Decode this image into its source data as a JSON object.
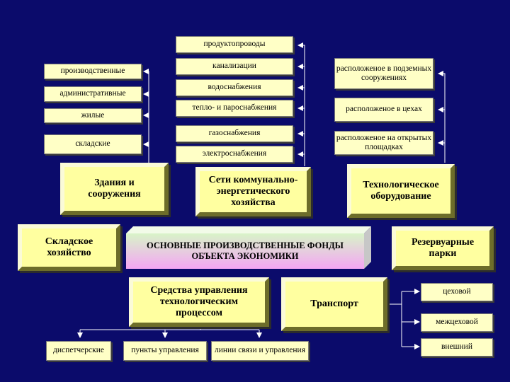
{
  "colors": {
    "background": "#0b0b6b",
    "small_box": "#ffffc6",
    "main_box": "#ffffa0",
    "central_gradient": [
      "#d8f4c8",
      "#f4a6f4"
    ],
    "connector": "#ffffff"
  },
  "central": {
    "text": "ОСНОВНЫЕ ПРОИЗВОДСТВЕННЫЕ ФОНДЫ ОБЪЕКТА ЭКОНОМИКИ"
  },
  "main_nodes": {
    "buildings": "Здания и сооружения",
    "networks": "Сети коммунально-энергетического хозяйства",
    "equipment": "Технологическое оборудование",
    "warehouse": "Складское хозяйство",
    "tanks": "Резервуарные парки",
    "control": "Средства управления технологическим процессом",
    "transport": "Транспорт"
  },
  "buildings_types": [
    "производственные",
    "административные",
    "жилые",
    "складские"
  ],
  "network_types": [
    "продуктопроводы",
    "канализации",
    "водоснабжения",
    "тепло- и пароснабжения",
    "газоснабжения",
    "электроснабжения"
  ],
  "equipment_locations": [
    "расположеное в подземных сооружениях",
    "расположеное в цехах",
    "расположеное на открытых площадках"
  ],
  "control_types": [
    "диспетчерские",
    "пункты управления",
    "линии связи и управления"
  ],
  "transport_types": [
    "цеховой",
    "межцеховой",
    "внешний"
  ]
}
